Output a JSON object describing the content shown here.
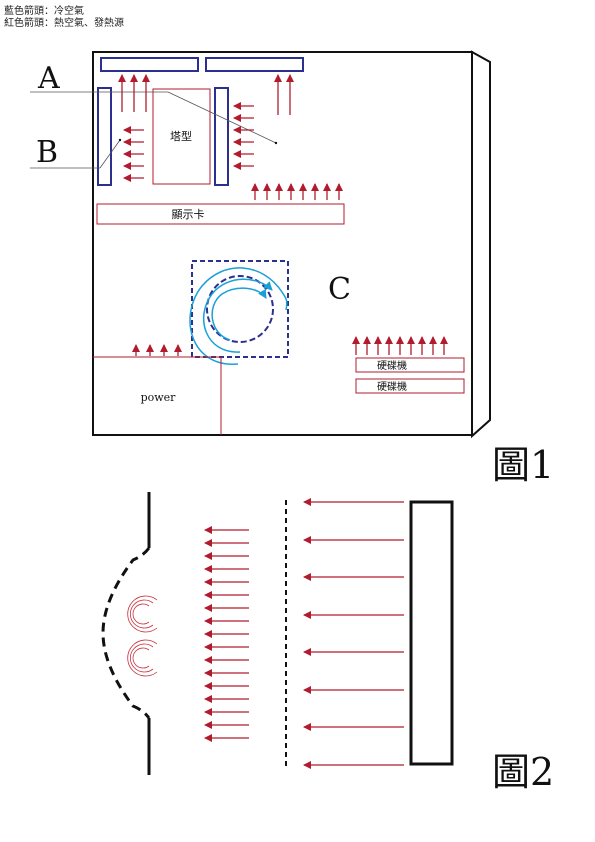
{
  "legend": {
    "blue_line": "藍色箭頭：冷空氣",
    "red_line": "紅色箭頭：熱空氣、發熱源"
  },
  "figure1": {
    "label": "圖1",
    "marker_a": "A",
    "marker_b": "B",
    "marker_c": "C",
    "tower_label": "塔型",
    "gpu_label": "顯示卡",
    "hdd1_label": "硬碟機",
    "hdd2_label": "硬碟機",
    "psu_label": "power"
  },
  "figure2": {
    "label": "圖2"
  },
  "colors": {
    "cold": "#1aa0d8",
    "hot": "#b01c2e",
    "fan": "#2b2f8f",
    "outline": "#111111"
  }
}
